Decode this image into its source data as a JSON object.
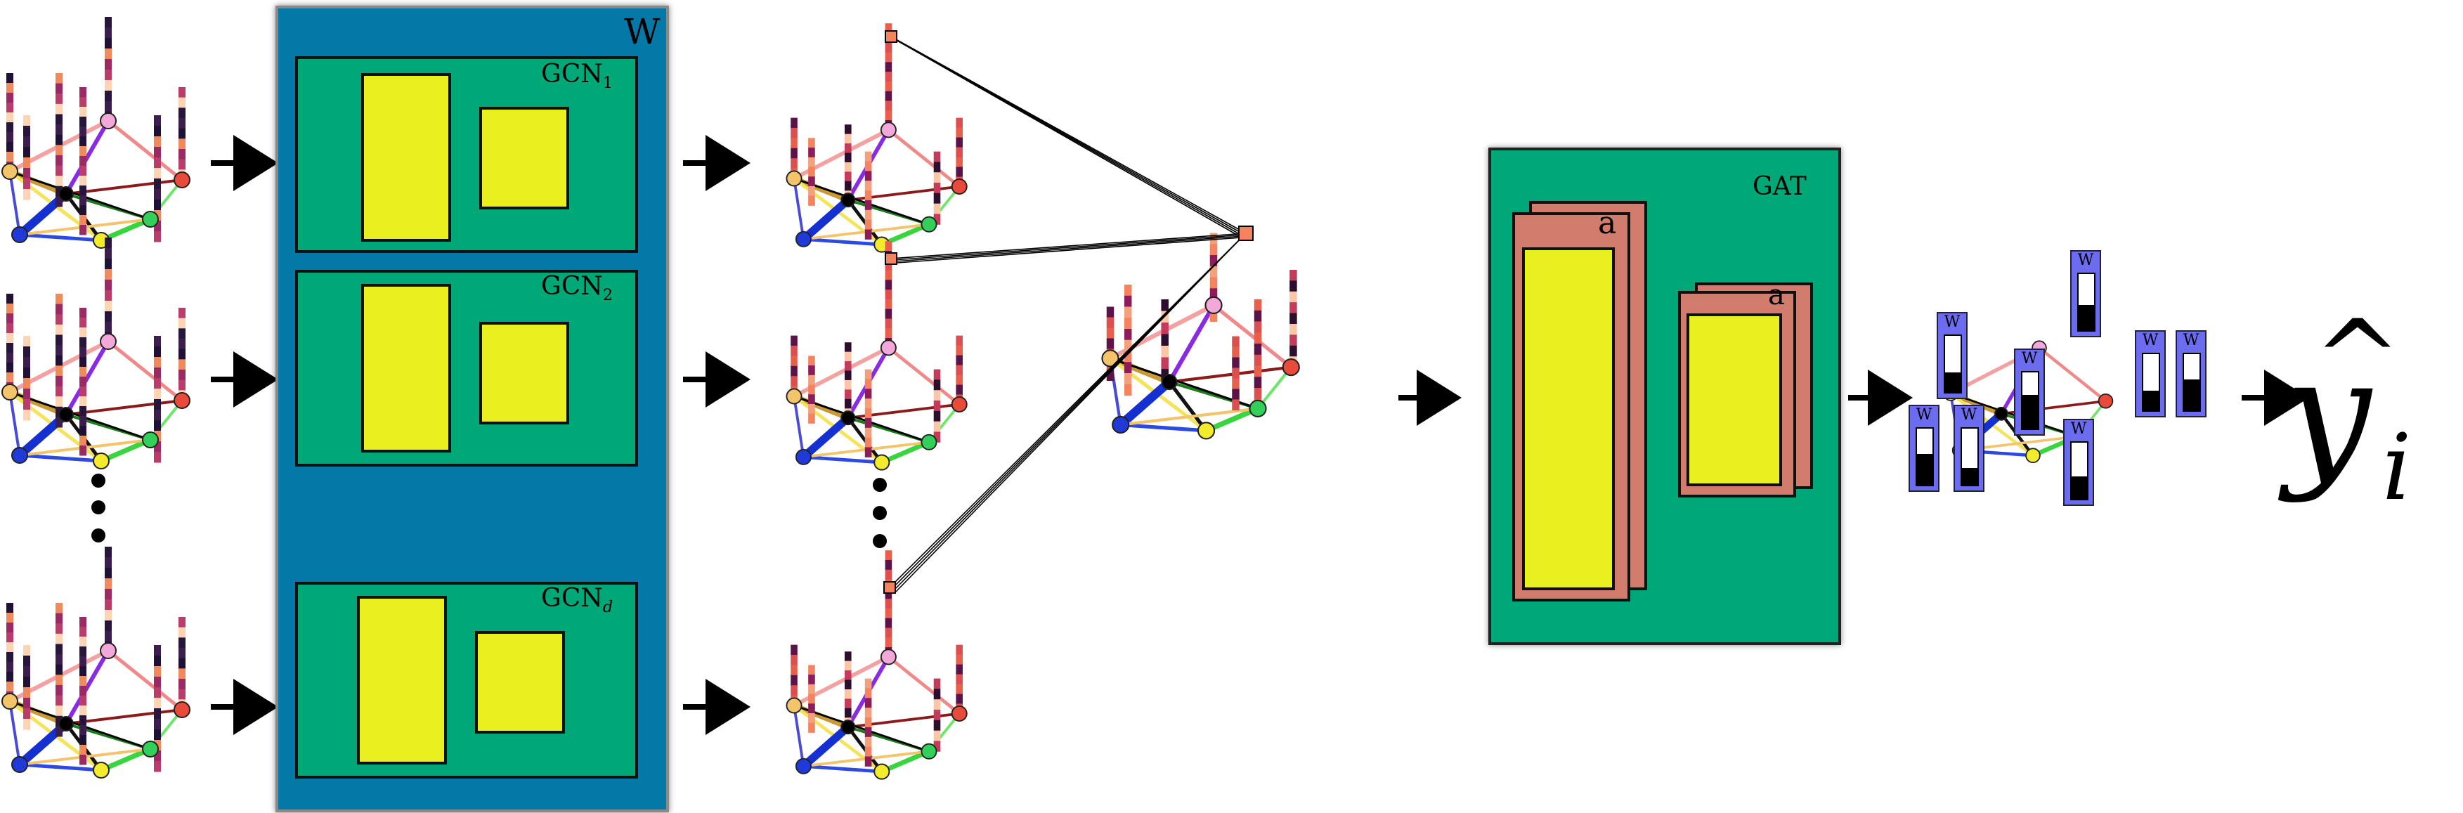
{
  "labels": {
    "w": "W",
    "gcn1": {
      "main": "GCN",
      "sub": "1"
    },
    "gcn2": {
      "main": "GCN",
      "sub": "2"
    },
    "gcnd": {
      "main": "GCN",
      "sub": "d"
    },
    "gat": "GAT",
    "a_large": "a",
    "a_small": "a",
    "output": {
      "main": "y",
      "hat": "^",
      "sub": "i"
    },
    "node_w": "W"
  },
  "colors": {
    "w_box": "#0479a7",
    "gcn_box": "#00a877",
    "weight_rect": "#eaf01e",
    "attention_rect": "#d17c6c",
    "node_w_badge": "#6c6cf0"
  },
  "icons": [
    "graph-icon",
    "arrow-right-icon",
    "ellipsis-dots-icon"
  ]
}
